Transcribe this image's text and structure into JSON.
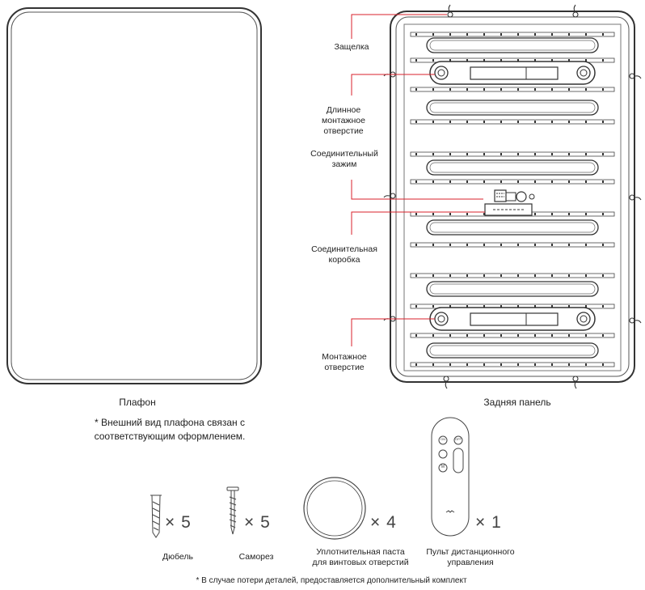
{
  "lamp": {
    "caption": "Плафон",
    "note_line1": "* Внешний вид плафона связан с",
    "note_line2": "соответствующим оформлением."
  },
  "back_panel": {
    "caption": "Задняя панель",
    "labels": {
      "latch": "Защелка",
      "long_hole_1": "Длинное",
      "long_hole_2": "монтажное",
      "long_hole_3": "отверстие",
      "clip_1": "Соединительный",
      "clip_2": "зажим",
      "box_1": "Соединительная",
      "box_2": "коробка",
      "mount_1": "Монтажное",
      "mount_2": "отверстие"
    },
    "annotation_color": "#d9212b"
  },
  "accessories": [
    {
      "name": "Дюбель",
      "qty": "× 5",
      "icon": "wall-anchor-icon"
    },
    {
      "name": "Саморез",
      "qty": "× 5",
      "icon": "screw-icon"
    },
    {
      "name_line1": "Уплотнительная паста",
      "name_line2": "для винтовых отверстий",
      "qty": "× 4",
      "icon": "sealing-ring-icon"
    },
    {
      "name_line1": "Пульт дистанционного",
      "name_line2": "управления",
      "qty": "× 1",
      "icon": "remote-control-icon",
      "buttons": {
        "on": "ON",
        "off": "OFF",
        "mode": "M"
      }
    }
  ],
  "footnote": "* В случае потери деталей, предоставляется дополнительный комплект"
}
